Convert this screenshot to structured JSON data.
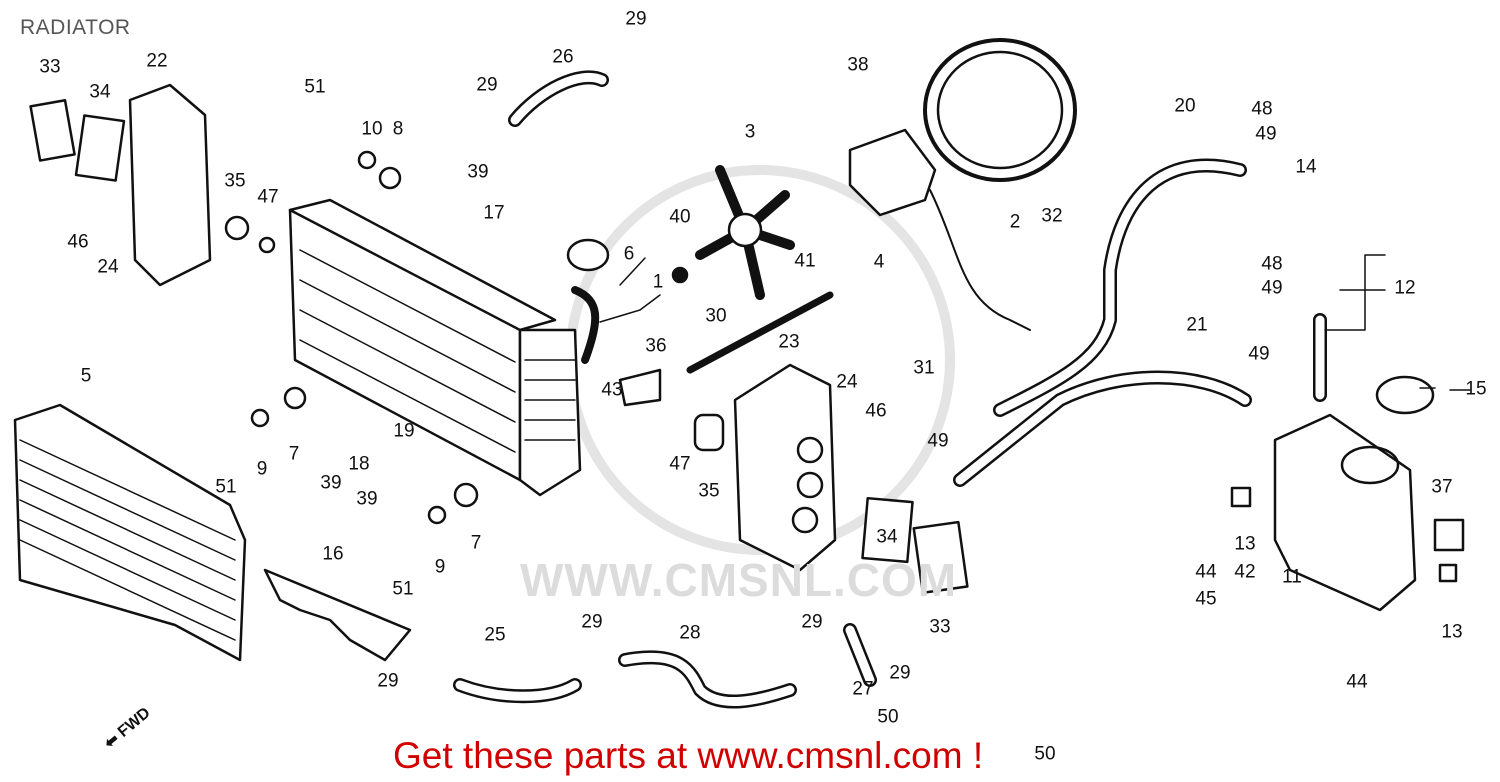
{
  "title": "RADIATOR",
  "watermark": "WWW.CMSNL.COM",
  "direction_label": "FWD",
  "footer": "Get these parts at www.cmsnl.com !",
  "colors": {
    "footer": "#d10000",
    "lines": "#111111",
    "watermark": "#dcdcdc"
  },
  "callouts": [
    "33",
    "34",
    "22",
    "35",
    "47",
    "46",
    "24",
    "51",
    "10",
    "8",
    "39",
    "17",
    "29",
    "26",
    "29",
    "3",
    "40",
    "6",
    "1",
    "41",
    "38",
    "4",
    "2",
    "32",
    "20",
    "48",
    "49",
    "14",
    "48",
    "49",
    "12",
    "30",
    "36",
    "43",
    "23",
    "24",
    "46",
    "47",
    "35",
    "31",
    "21",
    "49",
    "15",
    "49",
    "5",
    "9",
    "7",
    "51",
    "18",
    "39",
    "19",
    "39",
    "7",
    "9",
    "51",
    "16",
    "34",
    "33",
    "44",
    "45",
    "13",
    "42",
    "11",
    "37",
    "13",
    "44",
    "25",
    "29",
    "28",
    "29",
    "27",
    "29",
    "29",
    "50",
    "50"
  ]
}
